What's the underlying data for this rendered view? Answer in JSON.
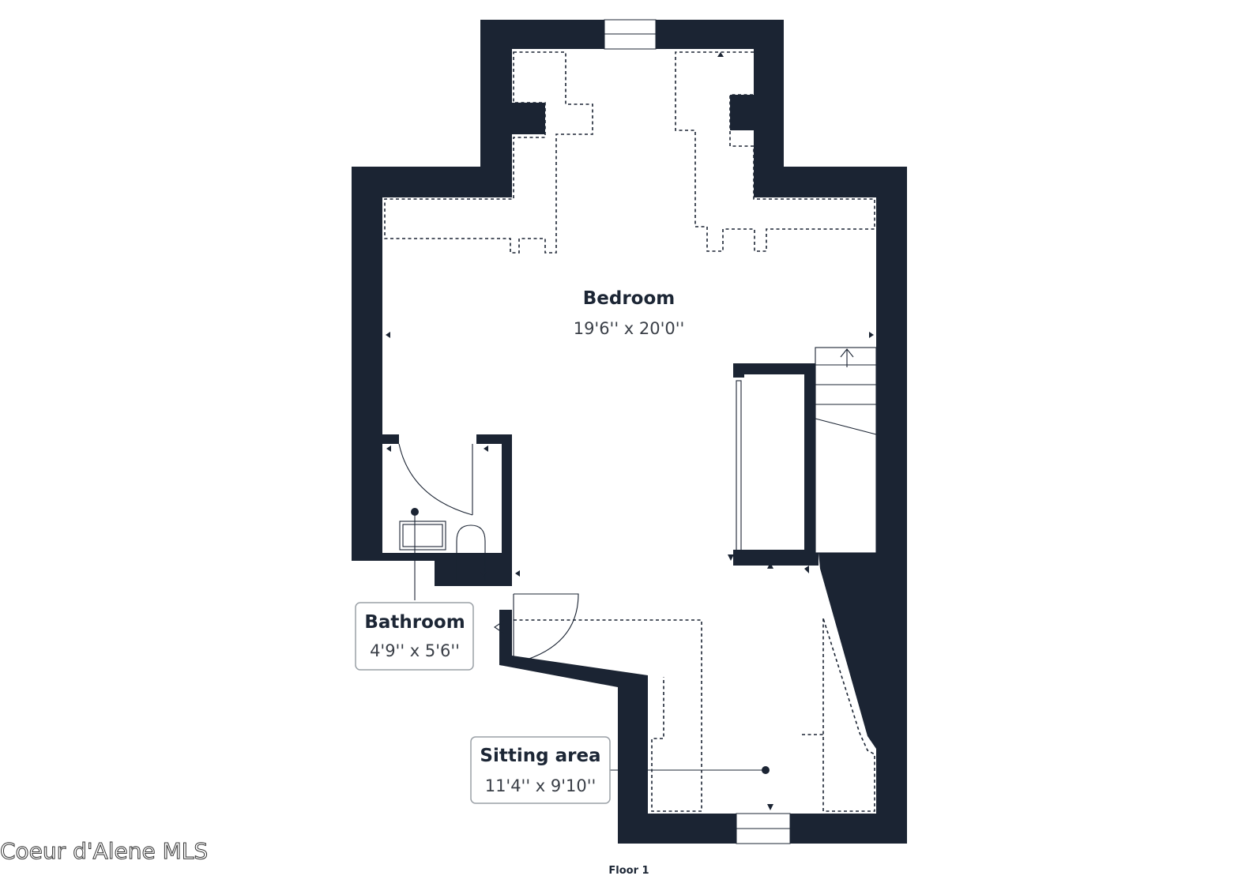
{
  "floor_label": "Floor 1",
  "watermark": "Coeur d'Alene MLS",
  "rooms": [
    {
      "name": "Bedroom",
      "dimensions": "19'6'' x 20'0''"
    },
    {
      "name": "Bathroom",
      "dimensions": "4'9'' x 5'6''"
    },
    {
      "name": "Sitting area",
      "dimensions": "11'4'' x 9'10''"
    }
  ],
  "colors": {
    "wall": "#1b2433",
    "label_border": "#9aa0a6",
    "background": "#ffffff"
  }
}
